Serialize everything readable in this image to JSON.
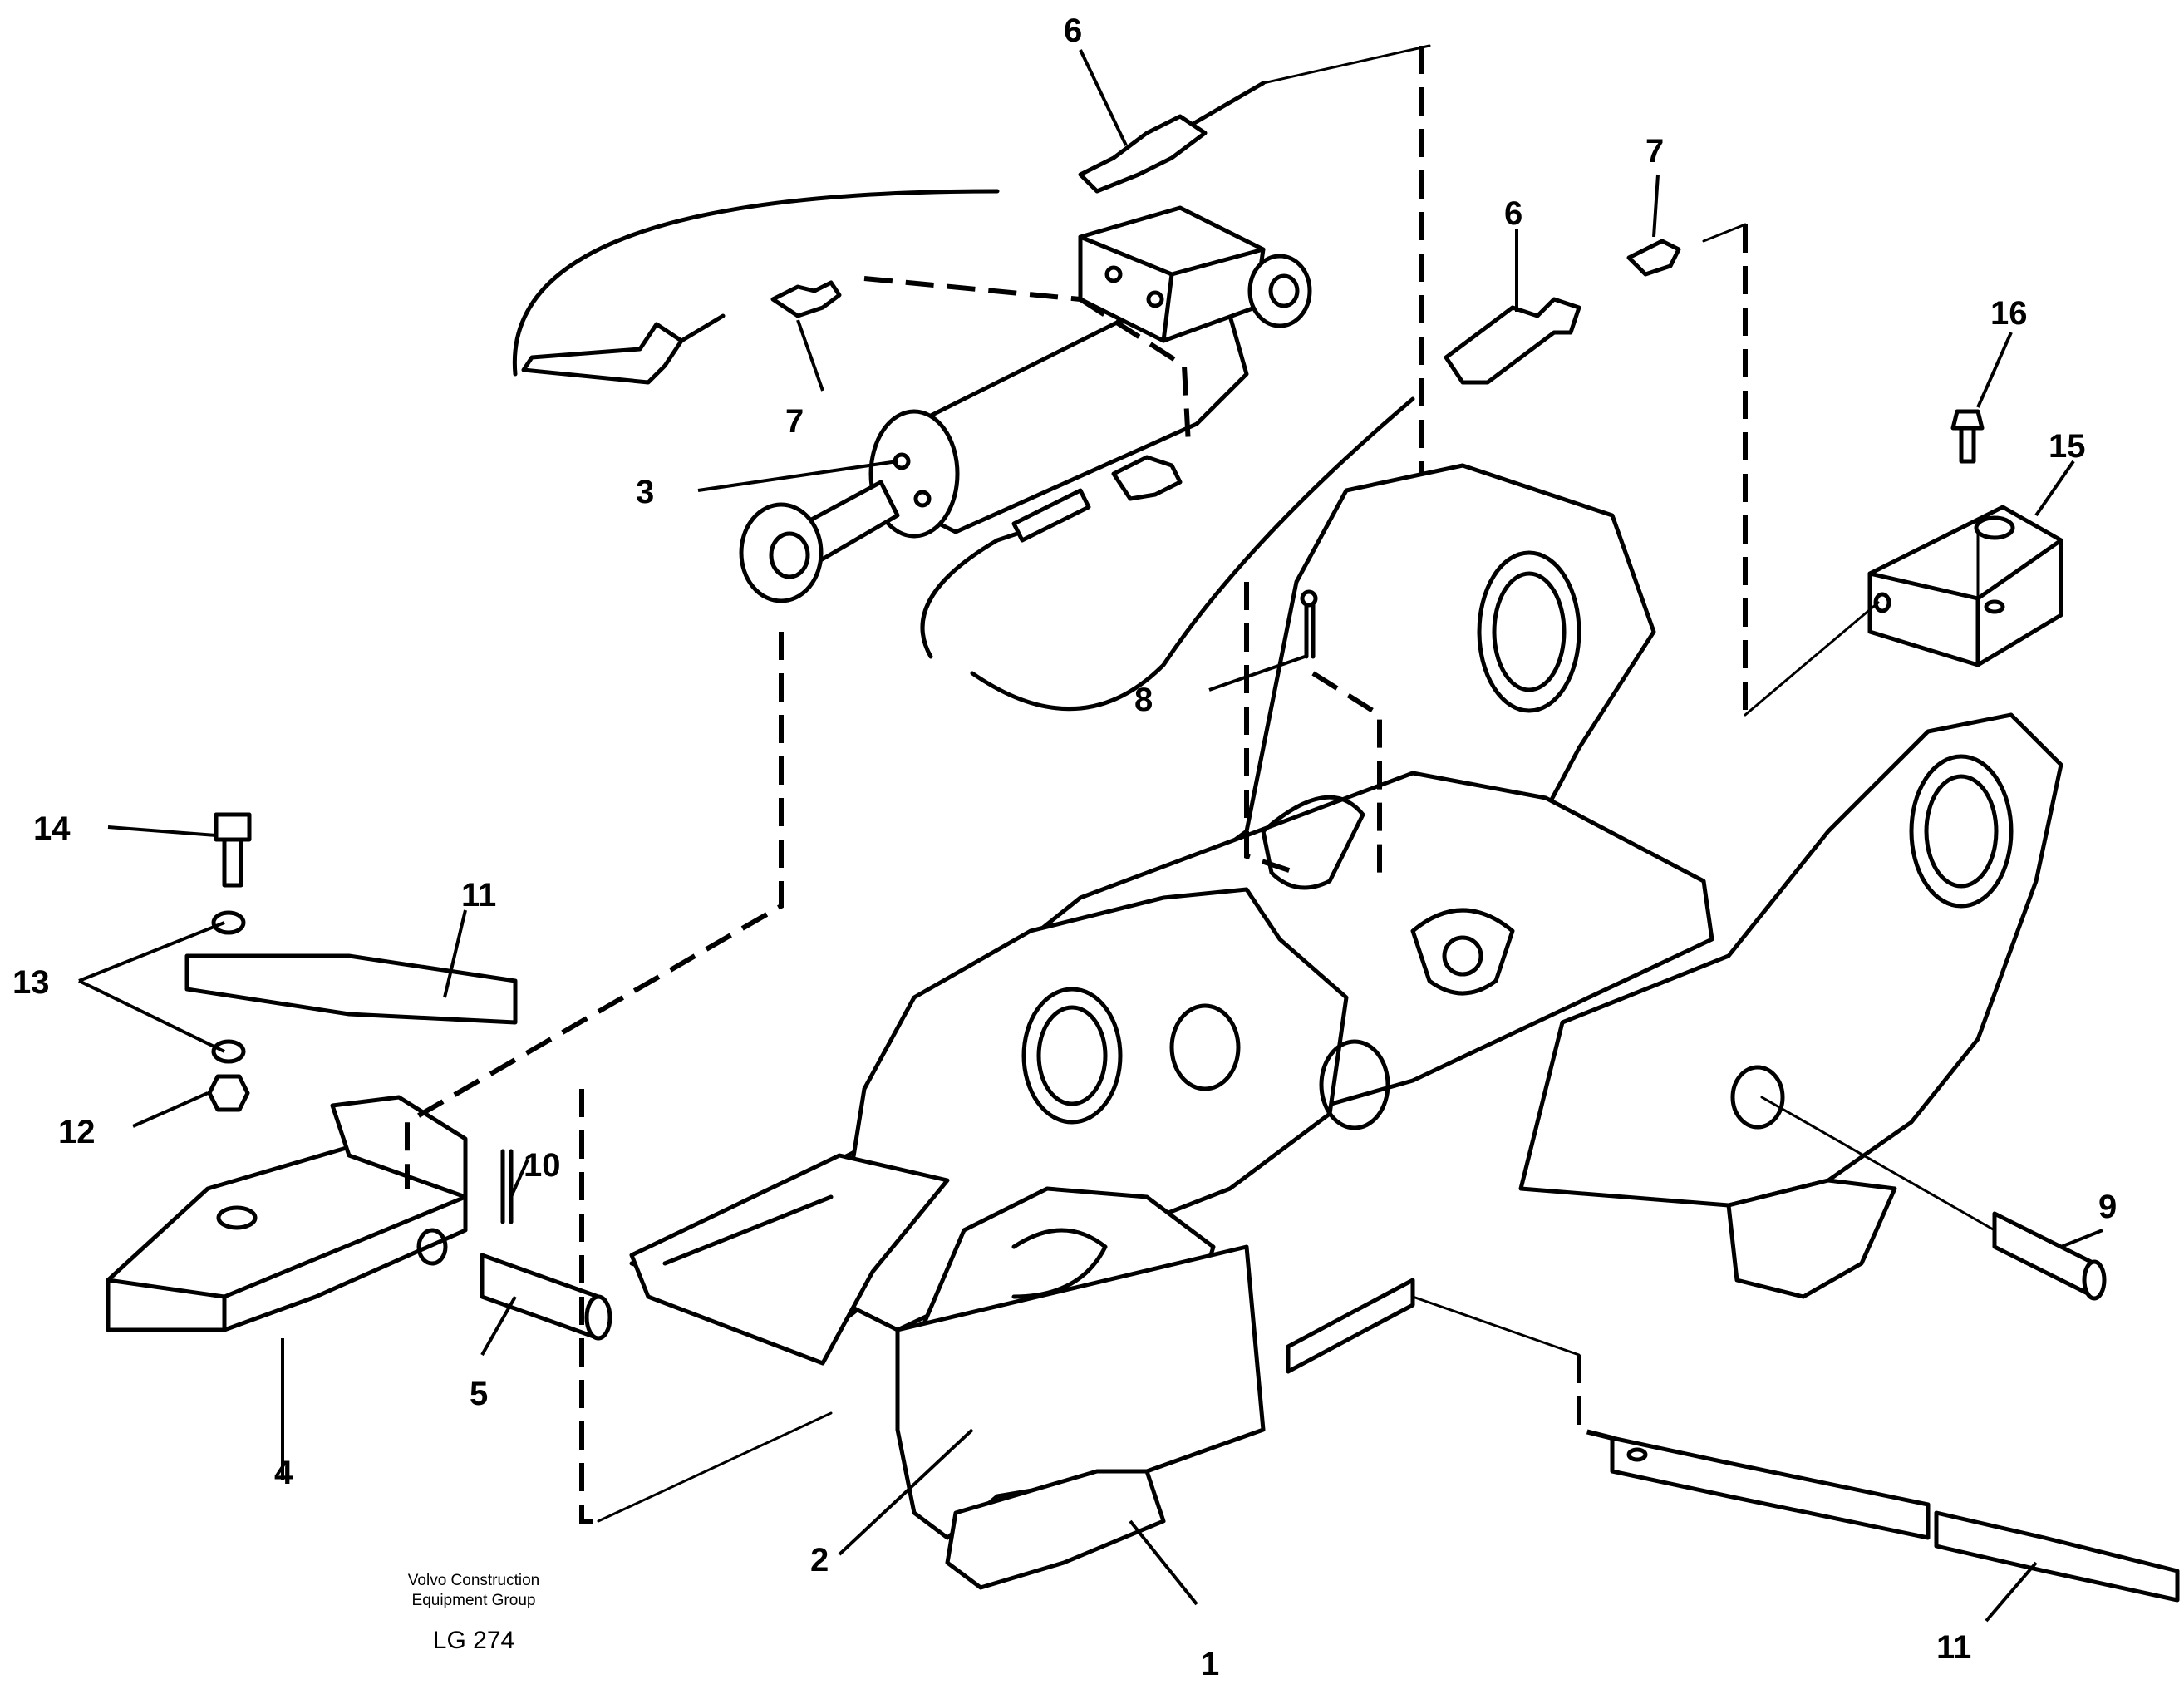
{
  "figure": {
    "publisher_line1": "Volvo Construction",
    "publisher_line2": "Equipment Group",
    "figure_code": "LG 274"
  },
  "callouts": {
    "c1": "1",
    "c2": "2",
    "c3": "3",
    "c4": "4",
    "c5": "5",
    "c6a": "6",
    "c6b": "6",
    "c7a": "7",
    "c7b": "7",
    "c8": "8",
    "c9": "9",
    "c10": "10",
    "c11a": "11",
    "c11b": "11",
    "c12": "12",
    "c13": "13",
    "c14": "14",
    "c15": "15",
    "c16": "16"
  }
}
